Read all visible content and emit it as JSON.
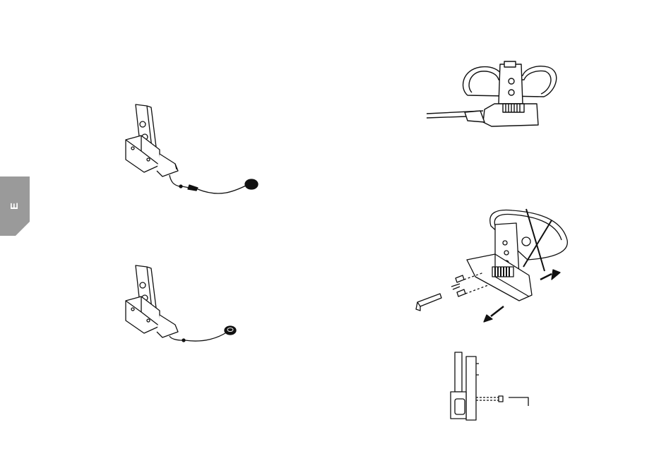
{
  "side_tab": {
    "letter": "E",
    "color": "#9a9a9a"
  },
  "figures": [
    {
      "id": "mount-with-boom-mic",
      "icon": "clamp-mount-boom-microphone"
    },
    {
      "id": "mount-with-wired-mic",
      "icon": "clamp-mount-wired-microphone"
    },
    {
      "id": "helmet-clamp-assembled",
      "icon": "helmet-clamp-with-cable"
    },
    {
      "id": "clamp-disassembly",
      "icon": "clamp-screws-allen-key"
    },
    {
      "id": "clamp-side-view",
      "icon": "clamp-side-screw-allen-key"
    }
  ]
}
